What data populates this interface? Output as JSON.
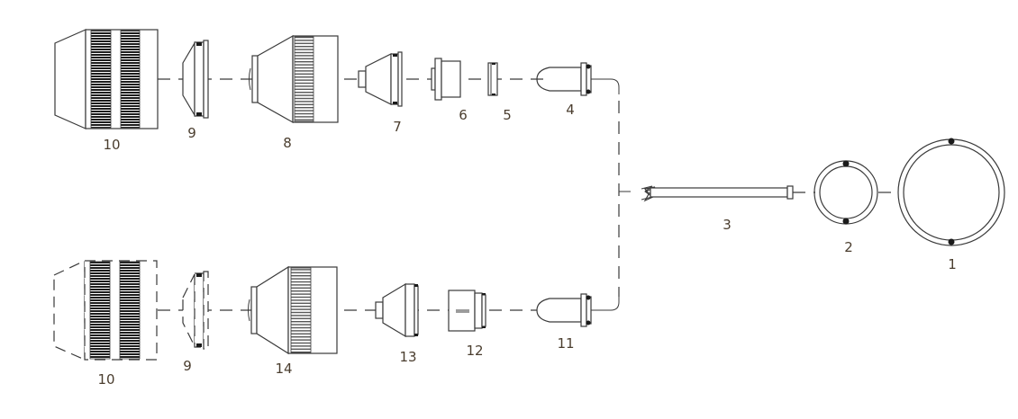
{
  "diagram": {
    "title": "",
    "type": "exploded-parts-assembly",
    "top_row": {
      "parts": [
        {
          "id": "part-10-top",
          "label": "10"
        },
        {
          "id": "part-9-top",
          "label": "9"
        },
        {
          "id": "part-8",
          "label": "8"
        },
        {
          "id": "part-7",
          "label": "7"
        },
        {
          "id": "part-6",
          "label": "6"
        },
        {
          "id": "part-5",
          "label": "5"
        },
        {
          "id": "part-4",
          "label": "4"
        }
      ]
    },
    "bottom_row": {
      "parts": [
        {
          "id": "part-10-bottom",
          "label": "10"
        },
        {
          "id": "part-9-bottom",
          "label": "9"
        },
        {
          "id": "part-14",
          "label": "14"
        },
        {
          "id": "part-13",
          "label": "13"
        },
        {
          "id": "part-12",
          "label": "12"
        },
        {
          "id": "part-11",
          "label": "11"
        }
      ]
    },
    "right_group": {
      "parts": [
        {
          "id": "part-3",
          "label": "3"
        },
        {
          "id": "part-2",
          "label": "2"
        },
        {
          "id": "part-1",
          "label": "1"
        }
      ]
    },
    "colors": {
      "line": "#3a3a3a",
      "label": "#4a3d2e",
      "background": "#ffffff"
    }
  }
}
